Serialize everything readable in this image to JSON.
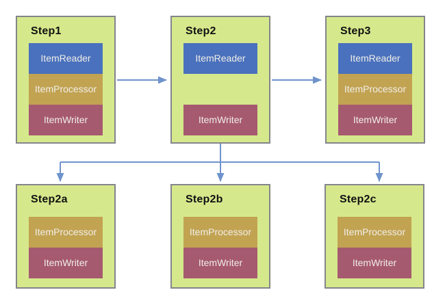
{
  "diagram": {
    "steps": [
      {
        "label": "Step1",
        "components": [
          {
            "label": "ItemReader",
            "type": "reader"
          },
          {
            "label": "ItemProcessor",
            "type": "processor"
          },
          {
            "label": "ItemWriter",
            "type": "writer"
          }
        ]
      },
      {
        "label": "Step2",
        "components": [
          {
            "label": "ItemReader",
            "type": "reader"
          },
          {
            "label": "ItemWriter",
            "type": "writer"
          }
        ]
      },
      {
        "label": "Step3",
        "components": [
          {
            "label": "ItemReader",
            "type": "reader"
          },
          {
            "label": "ItemProcessor",
            "type": "processor"
          },
          {
            "label": "ItemWriter",
            "type": "writer"
          }
        ]
      },
      {
        "label": "Step2a",
        "components": [
          {
            "label": "ItemProcessor",
            "type": "processor"
          },
          {
            "label": "ItemWriter",
            "type": "writer"
          }
        ]
      },
      {
        "label": "Step2b",
        "components": [
          {
            "label": "ItemProcessor",
            "type": "processor"
          },
          {
            "label": "ItemWriter",
            "type": "writer"
          }
        ]
      },
      {
        "label": "Step2c",
        "components": [
          {
            "label": "ItemProcessor",
            "type": "processor"
          },
          {
            "label": "ItemWriter",
            "type": "writer"
          }
        ]
      }
    ],
    "flows": [
      {
        "from": "Step1",
        "to": "Step2"
      },
      {
        "from": "Step2",
        "to": "Step3"
      },
      {
        "from": "Step2",
        "to": "Step2a"
      },
      {
        "from": "Step2",
        "to": "Step2b"
      },
      {
        "from": "Step2",
        "to": "Step2c"
      }
    ],
    "colors": {
      "node_fill": "#d5e98c",
      "node_border": "#84848c",
      "reader_fill": "#4a71bd",
      "processor_fill": "#c2a352",
      "writer_fill": "#a65a6f",
      "arrow": "#6e93cc",
      "component_text": "#f0eee8",
      "title_text": "#111111"
    }
  }
}
